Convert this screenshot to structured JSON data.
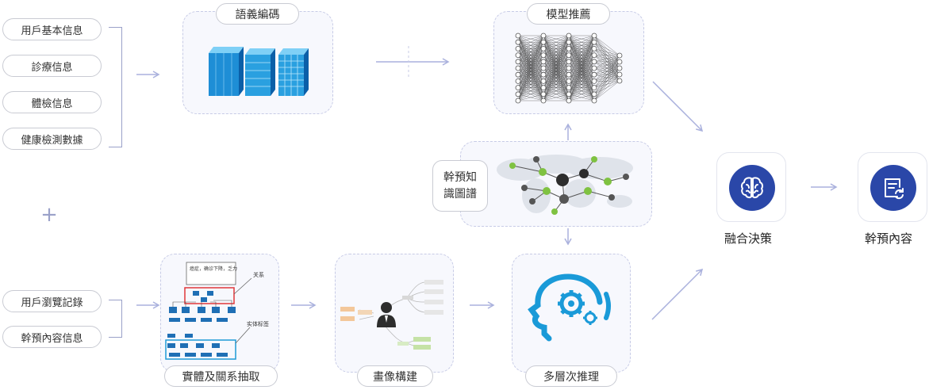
{
  "inputs": {
    "top": [
      "用戶基本信息",
      "診療信息",
      "體檢信息",
      "健康檢測數據"
    ],
    "plus": "+",
    "bottom": [
      "用戶瀏覽記錄",
      "幹預內容信息"
    ]
  },
  "stages": {
    "semantic_encoding": "語義編碼",
    "model_recommendation": "模型推薦",
    "knowledge_graph": [
      "幹預知",
      "識圖譜"
    ],
    "entity_extraction": "實體及關系抽取",
    "profile_building": "畫像構建",
    "multi_level_reasoning": "多層次推理"
  },
  "extraction_texts": {
    "note": "癌症，确诊下降，乏力",
    "relation": "关系",
    "entity": "实体标签"
  },
  "outputs": {
    "fusion_decision": "融合決策",
    "intervention_content": "幹預內容"
  },
  "icons": {
    "fusion": "brain-icon",
    "content": "document-refresh-icon",
    "reasoning": "head-gear-icon",
    "profile": "person-icon"
  },
  "colors": {
    "accent": "#2a47a8",
    "arrow": "#aab1dd",
    "panel_border": "#c7cbe6",
    "cube": "#1e8ed6",
    "gear": "#1a9ad8"
  }
}
